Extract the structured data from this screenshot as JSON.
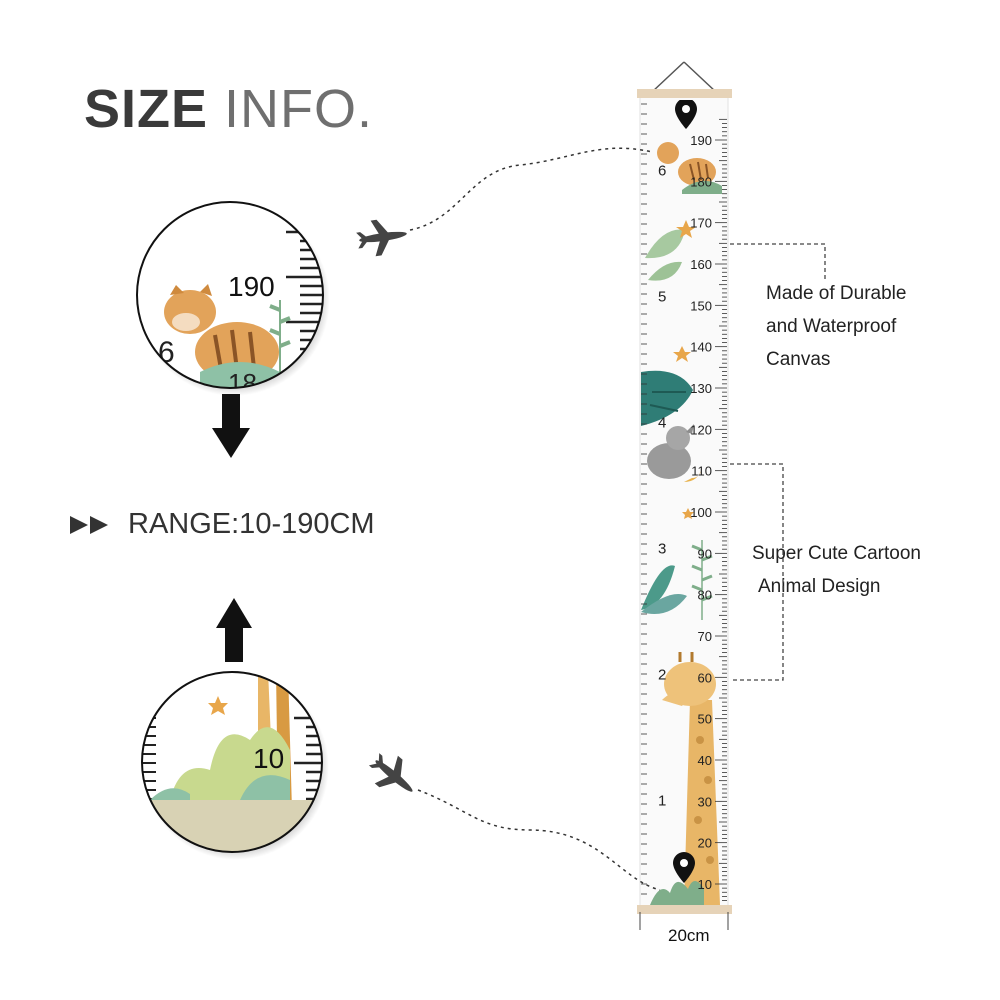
{
  "header": {
    "title_bold": "SIZE",
    "title_light": "INFO."
  },
  "range_label": "RANGE:10-190CM",
  "callouts": {
    "durable": [
      "Made of Durable",
      "and Waterproof",
      "Canvas"
    ],
    "design": [
      "Super Cute Cartoon",
      "Animal Design"
    ]
  },
  "width_label": "20cm",
  "chart": {
    "marks": [
      "190",
      "180",
      "170",
      "160",
      "150",
      "140",
      "130",
      "120",
      "110",
      "100",
      "90",
      "80",
      "70",
      "60",
      "50",
      "40",
      "30",
      "20",
      "10"
    ],
    "feet": [
      "6",
      "5",
      "4",
      "3",
      "2",
      "1"
    ]
  },
  "zoom_top": {
    "mark": "190",
    "foot": "6"
  },
  "zoom_bottom": {
    "mark": "10"
  },
  "colors": {
    "wood": "#e6d3b8",
    "leaf": "#7fae8a",
    "orange": "#e2a35a",
    "text": "#222222"
  }
}
